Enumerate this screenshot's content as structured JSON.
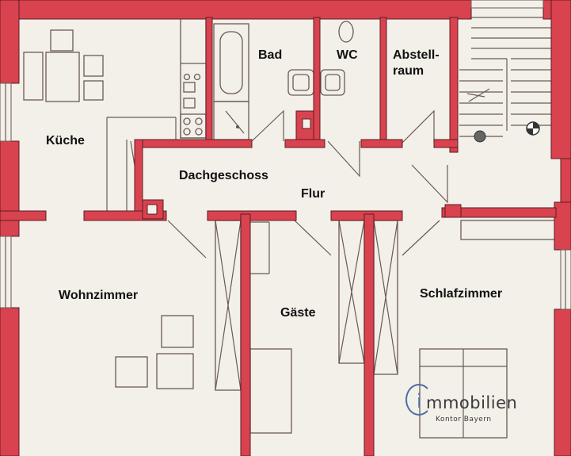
{
  "rooms": {
    "kueche": "Küche",
    "bad": "Bad",
    "wc": "WC",
    "abstell_line1": "Abstell-",
    "abstell_line2": "raum",
    "dachgeschoss": "Dachgeschoss",
    "flur": "Flur",
    "wohnzimmer": "Wohnzimmer",
    "gaeste": "Gäste",
    "schlafzimmer": "Schlafzimmer"
  },
  "logo": {
    "initial": "i",
    "brand": "mmobilien",
    "subtitle": "Kontor Bayern"
  },
  "colors": {
    "wall": "#d9424f",
    "floor": "#f3efe9",
    "line": "#6a5a55"
  }
}
